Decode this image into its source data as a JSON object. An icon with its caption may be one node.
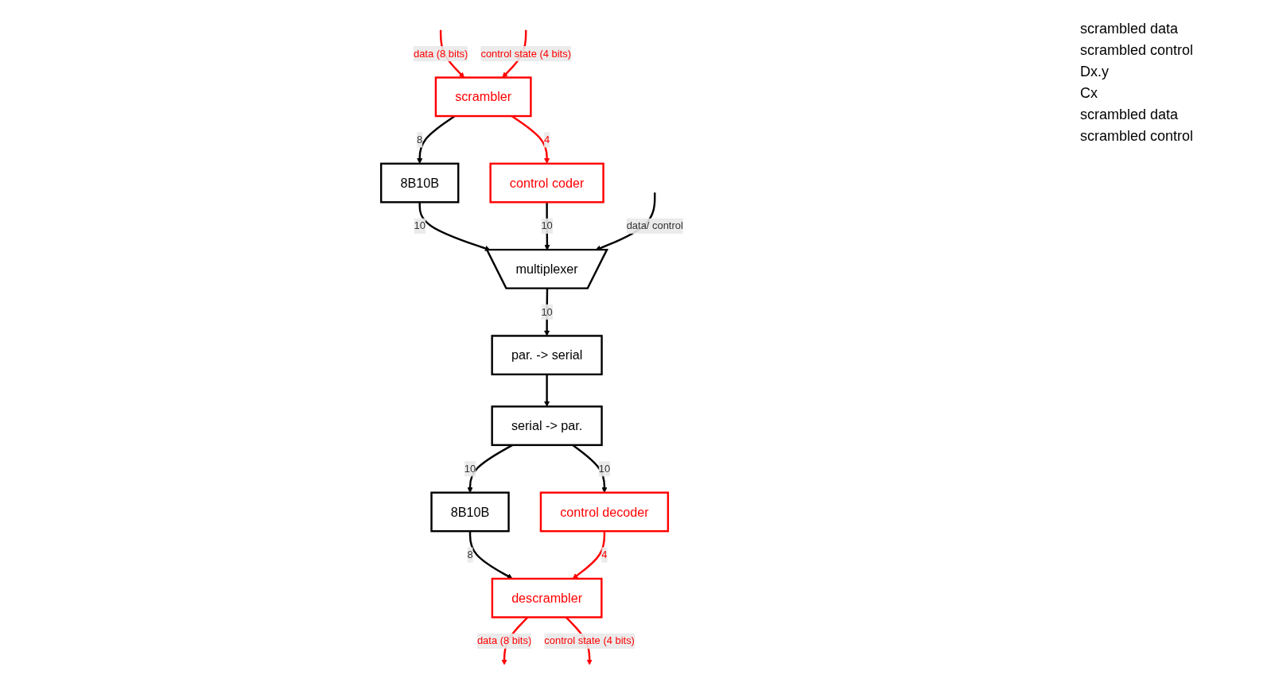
{
  "diagram": {
    "nodes": [
      {
        "text": [
          "scrambler"
        ]
      },
      {
        "text": [
          "8B10B"
        ]
      },
      {
        "text": [
          "control coder"
        ]
      },
      {
        "text": [
          "multiplexer"
        ]
      },
      {
        "text": [
          "par. -> serial"
        ]
      },
      {
        "text": [
          "descrambler"
        ]
      },
      {
        "text": [
          "8B10B"
        ]
      },
      {
        "text": [
          "control decoder"
        ]
      },
      {
        "text": [
          "serial -> par."
        ]
      }
    ],
    "edges": [
      {
        "from": null,
        "to": 0,
        "arrow": "to",
        "label": "data (8 bits)",
        "color": "#ff0000"
      },
      {
        "from": null,
        "to": 0,
        "arrow": "to",
        "label": "control state (4 bits)",
        "color": "#ff0000"
      },
      {
        "from": 0,
        "to": 1,
        "arrow": "to",
        "label": "8"
      },
      {
        "from": 0,
        "to": 2,
        "arrow": "to",
        "label": "4",
        "color": "#ff0000"
      },
      {
        "from": 1,
        "to": 3,
        "arrow": "to",
        "label": "10"
      },
      {
        "from": 2,
        "to": 3,
        "arrow": "to",
        "label": "10"
      },
      {
        "from": null,
        "to": 3,
        "arrow": "to",
        "label": "data/ control"
      },
      {
        "from": 3,
        "to": 4,
        "arrow": "to",
        "label": "10"
      },
      {
        "from": 4,
        "to": 8,
        "arrow": "to"
      },
      {
        "from": 8,
        "to": 6,
        "arrow": "to",
        "label": "10"
      },
      {
        "from": 8,
        "to": 7,
        "arrow": "to",
        "label": "10"
      },
      {
        "from": 6,
        "to": 5,
        "arrow": "to",
        "label": "8"
      },
      {
        "from": 7,
        "to": 5,
        "arrow": "to",
        "label": "4",
        "color": "#ff0000"
      },
      {
        "from": 5,
        "to": null,
        "arrow": "to",
        "label": "data (8 bits)",
        "color": "#ff0000"
      },
      {
        "from": 5,
        "to": null,
        "arrow": "to",
        "label": "control state (4 bits)",
        "color": "#ff0000"
      }
    ],
    "labels": [
      "scrambled data",
      "scrambled control",
      "Dx.y",
      "Cx",
      "scrambled data",
      "scrambled control"
    ]
  }
}
